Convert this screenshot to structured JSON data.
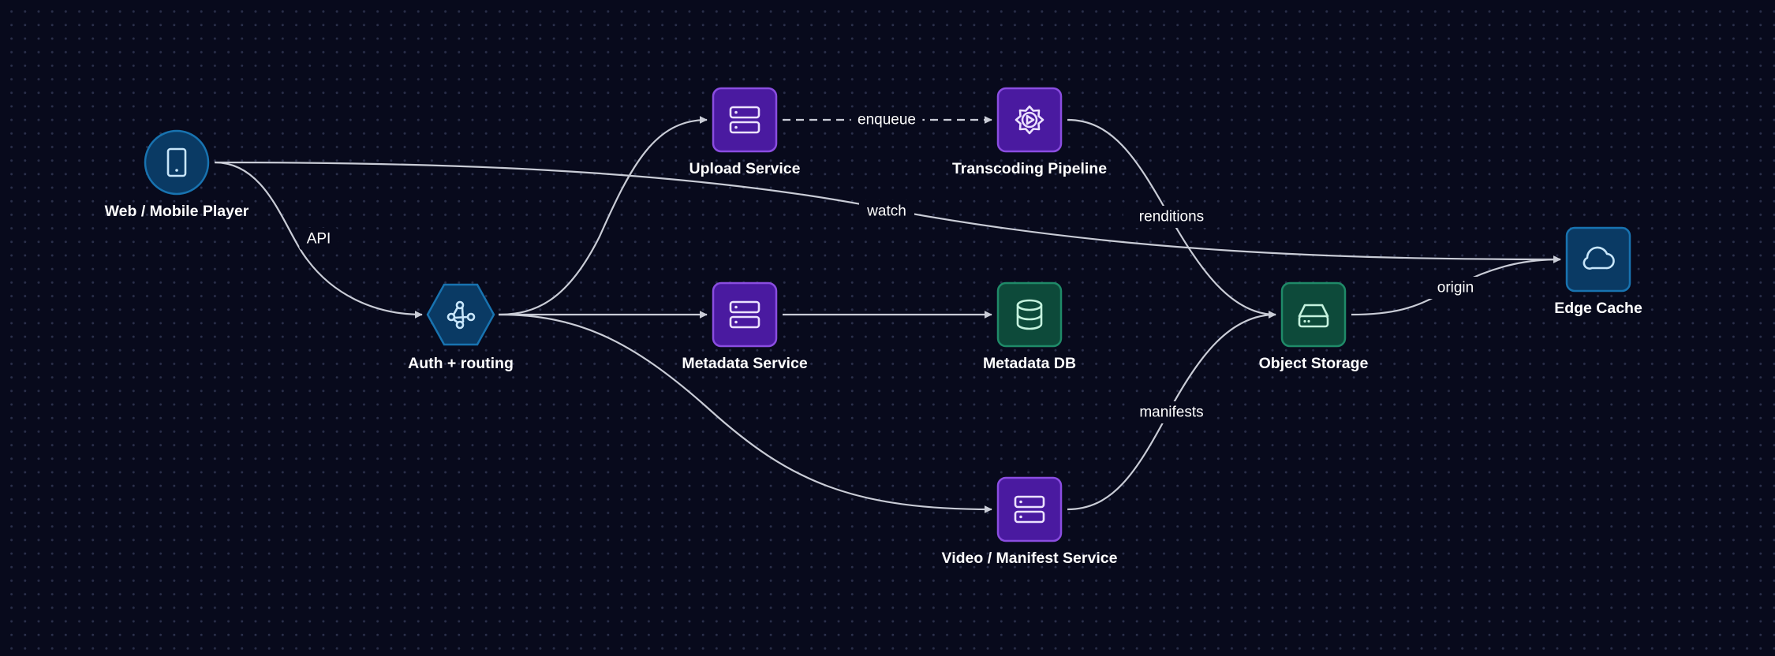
{
  "nodes": [
    {
      "id": "player",
      "label": "Web / Mobile Player",
      "icon": "tablet-icon",
      "shape": "circle",
      "theme": "blue"
    },
    {
      "id": "auth",
      "label": "Auth + routing",
      "icon": "share-nodes-icon",
      "shape": "hexagon",
      "theme": "blue"
    },
    {
      "id": "upload",
      "label": "Upload Service",
      "icon": "server-icon",
      "shape": "rounded",
      "theme": "purple"
    },
    {
      "id": "transcode",
      "label": "Transcoding Pipeline",
      "icon": "gear-play-icon",
      "shape": "rounded",
      "theme": "purple"
    },
    {
      "id": "metadata",
      "label": "Metadata Service",
      "icon": "server-icon",
      "shape": "rounded",
      "theme": "purple"
    },
    {
      "id": "metadb",
      "label": "Metadata DB",
      "icon": "database-icon",
      "shape": "rounded",
      "theme": "green"
    },
    {
      "id": "video",
      "label": "Video / Manifest Service",
      "icon": "server-icon",
      "shape": "rounded",
      "theme": "purple"
    },
    {
      "id": "storage",
      "label": "Object Storage",
      "icon": "hard-drive-icon",
      "shape": "rounded",
      "theme": "green"
    },
    {
      "id": "edge",
      "label": "Edge Cache",
      "icon": "cloud-icon",
      "shape": "rounded",
      "theme": "blue"
    }
  ],
  "edges": [
    {
      "from": "player",
      "to": "auth",
      "label": "API",
      "dashed": false
    },
    {
      "from": "player",
      "to": "edge",
      "label": "watch",
      "dashed": false
    },
    {
      "from": "auth",
      "to": "upload",
      "label": "",
      "dashed": false
    },
    {
      "from": "auth",
      "to": "metadata",
      "label": "",
      "dashed": false
    },
    {
      "from": "auth",
      "to": "video",
      "label": "",
      "dashed": false
    },
    {
      "from": "upload",
      "to": "transcode",
      "label": "enqueue",
      "dashed": true
    },
    {
      "from": "metadata",
      "to": "metadb",
      "label": "",
      "dashed": false
    },
    {
      "from": "transcode",
      "to": "storage",
      "label": "renditions",
      "dashed": false
    },
    {
      "from": "video",
      "to": "storage",
      "label": "manifests",
      "dashed": false
    },
    {
      "from": "storage",
      "to": "edge",
      "label": "origin",
      "dashed": false
    }
  ],
  "themes": {
    "blue": {
      "fill": "#0a3a64",
      "stroke": "#1873b0",
      "icon": "#c8e6fa"
    },
    "purple": {
      "fill": "#4a1aa0",
      "stroke": "#8a4de0",
      "icon": "#ece2ff"
    },
    "green": {
      "fill": "#0d4a3a",
      "stroke": "#1f8a68",
      "icon": "#c5f2de"
    }
  },
  "colors": {
    "background": "#080a1c",
    "edge": "#c9ccd6",
    "text": "#ffffff"
  }
}
